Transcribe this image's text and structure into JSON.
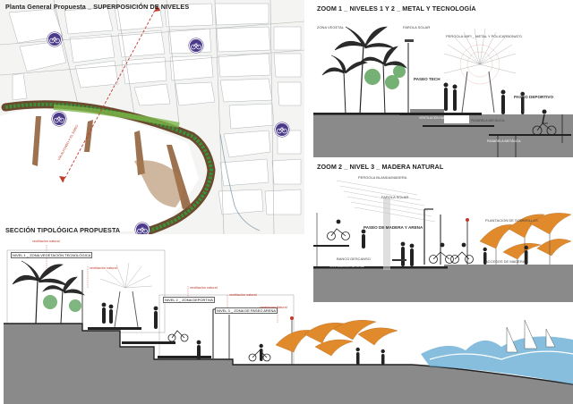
{
  "plan": {
    "title": "Planta General Propuesta _ SUPERPOSICIÓN DE NIVELES",
    "road_label": "VÍA ALFONSO X EL SABIO"
  },
  "zoom1": {
    "title": "ZOOM 1 _ NIVELES 1 Y 2 _ METAL Y TECNOLOGÍA",
    "labels": {
      "zona_vegetal": "ZONA VEGETAL",
      "farola_solar": "FAROLA SOLAR",
      "pergola": "PERGOLA WIFI _ METAL Y POLICARBONATO",
      "paseo_tech": "PASEO TECH",
      "paseo_deportivo": "PASEO DEPORTIVO",
      "ventilacion": "VENTILACIÓN NATURAL",
      "pasarela1": "PASARELA METÁLICA",
      "pasarela2": "PASARELA METÁLICA"
    }
  },
  "zoom2": {
    "title": "ZOOM 2 _ NIVEL 3 _ MADERA NATURAL",
    "labels": {
      "pergola": "PERGOLA BLANDA/MADERA",
      "farola": "FAROLA SOLAR",
      "paseo": "PASEO DE MADERA Y ARENA",
      "sombrillas": "PLANTACION DE SOMBRILLAS",
      "banco": "BANCO DESCANSO",
      "ventilacion": "VENTILACIÓN NATURAL",
      "accesos": "ACCESOS DE MADERA"
    }
  },
  "section": {
    "title": "SECCIÓN TIPOLÓGICA PROPUESTA",
    "tags": {
      "nivel1": "NIVEL 1 _ ZONA VEGETACIÓN TECNOLÓGICA",
      "nivel2": "NIVEL 2 _ ZONA DEPORTIVA",
      "nivel3": "NIVEL 3 _ ZONA DE PASEO ARENA"
    },
    "notes": {
      "n1": "ventilación natural",
      "n2": "ventilación natural",
      "n3": "ventilación natural",
      "n4": "ventilación natural",
      "n5": "ventilación natural"
    }
  },
  "colors": {
    "red": "#c0392b",
    "bike_badge": "#4b3a8a",
    "vegetation": "#3c8f3a",
    "ground": "#8a8a8a",
    "umbrella": "#e08a2c",
    "sea": "#5fa8d3"
  },
  "icons": [
    "bicycle-icon",
    "palm-tree-icon",
    "umbrella-icon",
    "sailboat-icon",
    "person-icon"
  ]
}
